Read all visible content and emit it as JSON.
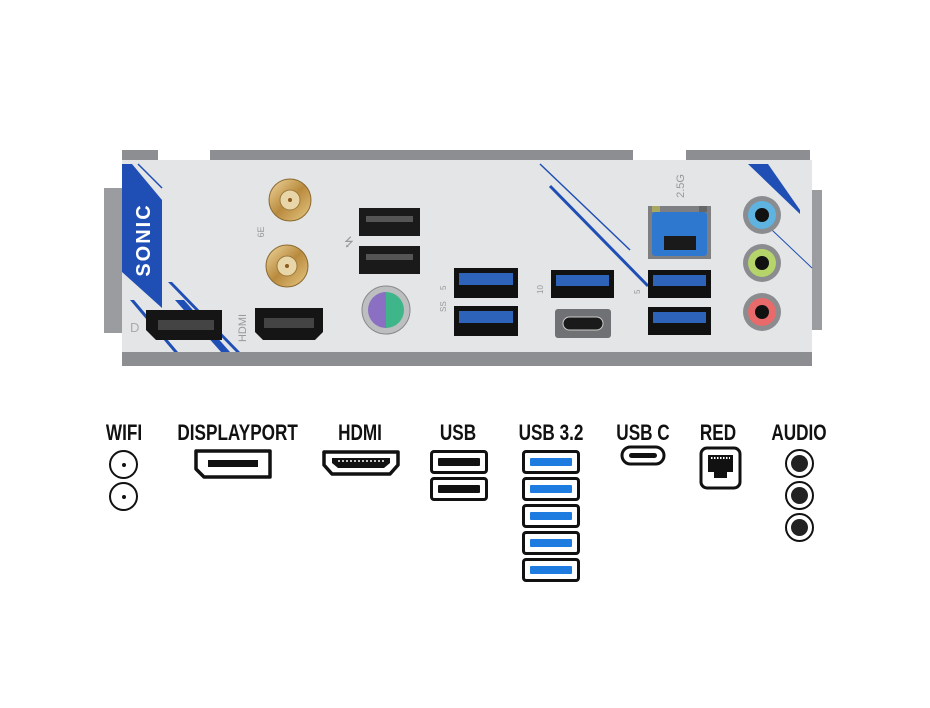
{
  "panel": {
    "brand": "SONIC",
    "hdmi_text": "HDMI",
    "lan_speed": "2.5G",
    "wifi_badge": "6E",
    "usb_speed_5": "5",
    "usb_speed_10": "10",
    "usb_speed_5b": "5",
    "ss_text": "SS",
    "colors": {
      "plate": "#e4e5e7",
      "accent": "#1f4fb5",
      "audio_blue": "#5fb3e0",
      "audio_green": "#b5d46a",
      "audio_pink": "#e86a6a",
      "usb3": "#2d63b8",
      "rj45": "#2f78d0"
    }
  },
  "legend": {
    "items": [
      {
        "label": "WIFI",
        "icon": "antenna-icon",
        "count": 2
      },
      {
        "label": "DISPLAYPORT",
        "icon": "displayport-icon",
        "count": 1
      },
      {
        "label": "HDMI",
        "icon": "hdmi-icon",
        "count": 1
      },
      {
        "label": "USB",
        "icon": "usb-icon",
        "count": 2
      },
      {
        "label": "USB 3.2",
        "icon": "usb3-icon",
        "count": 5
      },
      {
        "label": "USB C",
        "icon": "usb-c-icon",
        "count": 1
      },
      {
        "label": "RED",
        "icon": "ethernet-icon",
        "count": 1
      },
      {
        "label": "AUDIO",
        "icon": "audio-jack-icon",
        "count": 3
      }
    ]
  }
}
